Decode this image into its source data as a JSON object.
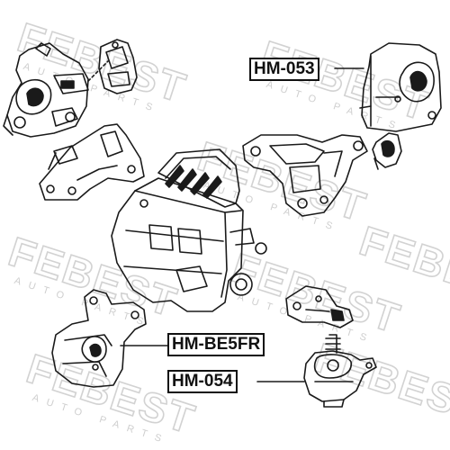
{
  "watermark": {
    "brand": "FEBEST",
    "tagline": "AUTO PARTS"
  },
  "labels": {
    "hm_053": "HM-053",
    "hm_be5fr": "HM-BE5FR",
    "hm_054": "HM-054"
  },
  "colors": {
    "line": "#1a1a1a",
    "watermark": "#d2d2d2",
    "label_border": "#111111"
  }
}
